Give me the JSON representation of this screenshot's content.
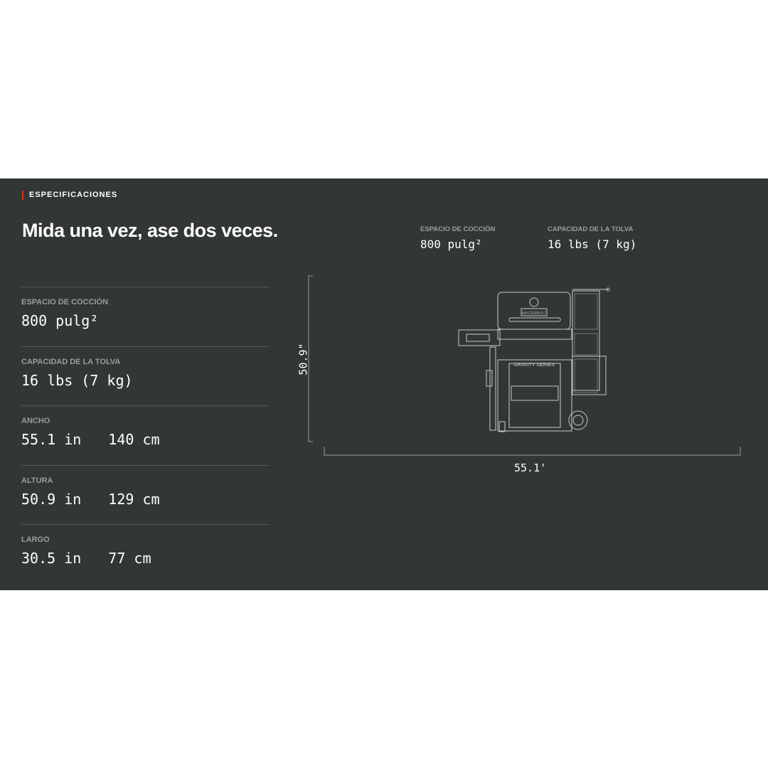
{
  "section": {
    "eyebrow": "ESPECIFICACIONES",
    "title": "Mida una vez, ase dos veces."
  },
  "top_specs": [
    {
      "label": "ESPACIO DE COCCIÓN",
      "value": "800 pulg²"
    },
    {
      "label": "CAPACIDAD DE LA TOLVA",
      "value": "16 lbs (7 kg)"
    }
  ],
  "specs": [
    {
      "label": "ESPACIO DE COCCIÓN",
      "value": "800 pulg²"
    },
    {
      "label": "CAPACIDAD DE LA TOLVA",
      "value": "16 lbs (7 kg)"
    },
    {
      "label": "ANCHO",
      "in": "55.1 in",
      "cm": "140 cm"
    },
    {
      "label": "ALTURA",
      "in": "50.9 in",
      "cm": "129 cm"
    },
    {
      "label": "LARGO",
      "in": "30.5 in",
      "cm": "77 cm"
    }
  ],
  "diagram": {
    "height": "50.9\"",
    "width": "55.1'",
    "brand": "MASTERBUILT",
    "series": "GRAVITY SERIES"
  },
  "colors": {
    "background": "#333637",
    "accent": "#e0321b"
  }
}
